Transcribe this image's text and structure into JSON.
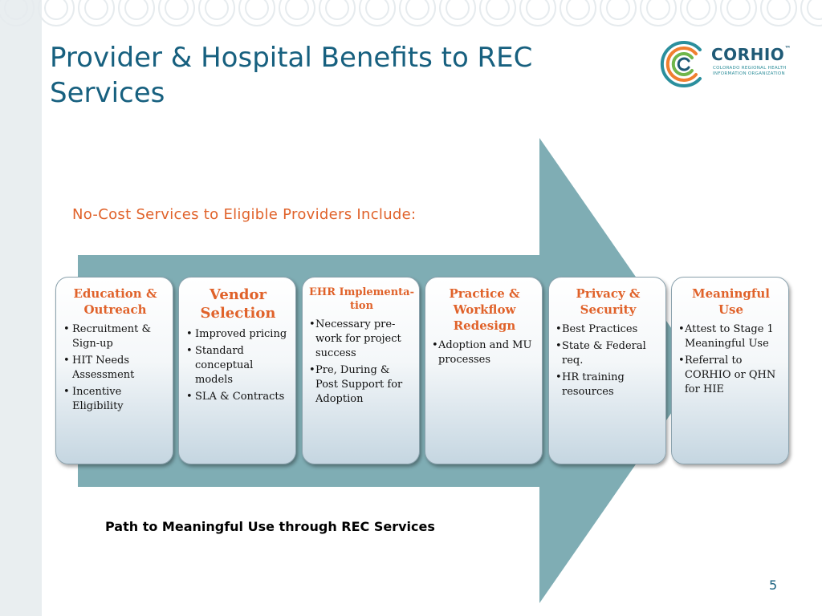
{
  "slide": {
    "title": "Provider & Hospital Benefits to REC Services",
    "subtitle": "No-Cost Services to Eligible Providers Include:",
    "caption": "Path to Meaningful Use through REC Services",
    "page_number": "5"
  },
  "logo": {
    "name": "CORHIO",
    "trademark": "™",
    "tagline": "Colorado Regional Health Information Organization",
    "icon": "corhio-c-logo-icon"
  },
  "cards": [
    {
      "title": "Education & Outreach",
      "items": [
        "Recruitment & Sign-up",
        "HIT Needs Assessment",
        "Incentive Eligibility"
      ]
    },
    {
      "title": "Vendor Selection",
      "items": [
        "Improved pricing",
        "Standard conceptual models",
        "SLA & Contracts"
      ]
    },
    {
      "title": "EHR Implementa-tion",
      "items": [
        "Necessary pre-work for project success",
        "Pre, During & Post Support for Adoption"
      ]
    },
    {
      "title": "Practice & Workflow Redesign",
      "items": [
        "Adoption and MU processes"
      ]
    },
    {
      "title": "Privacy & Security",
      "items": [
        "Best Practices",
        "State & Federal req.",
        "HR training resources"
      ]
    },
    {
      "title": "Meaningful Use",
      "items": [
        "Attest to Stage 1 Meaningful Use",
        "Referral to CORHIO or QHN for HIE"
      ]
    }
  ],
  "bullet_dot": "•",
  "colors": {
    "title": "#17607f",
    "accent": "#e0622a",
    "arrow": "#7fadb4",
    "band": "#e9eef0"
  }
}
